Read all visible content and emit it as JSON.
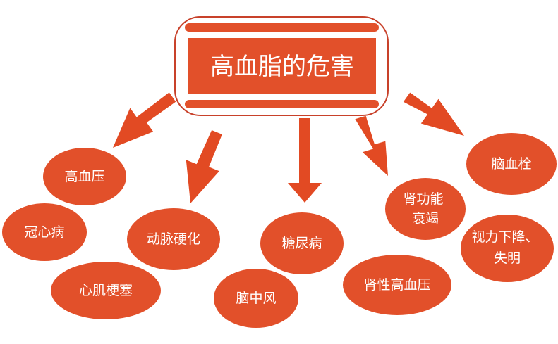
{
  "title": "高血脂的危害",
  "colors": {
    "node_fill": "#e2502a",
    "frame_stroke": "#c8412a",
    "arrow_fill": "#e24a23",
    "text": "#ffffff"
  },
  "nodes": [
    {
      "id": "n1",
      "lines": [
        "高血压"
      ]
    },
    {
      "id": "n2",
      "lines": [
        "冠心病"
      ]
    },
    {
      "id": "n3",
      "lines": [
        "动脉硬化"
      ]
    },
    {
      "id": "n4",
      "lines": [
        "心肌梗塞"
      ]
    },
    {
      "id": "n5",
      "lines": [
        "糖尿病"
      ]
    },
    {
      "id": "n6",
      "lines": [
        "脑中风"
      ]
    },
    {
      "id": "n7",
      "lines": [
        "肾功能",
        "衰竭"
      ]
    },
    {
      "id": "n8",
      "lines": [
        "肾性高血压"
      ]
    },
    {
      "id": "n9",
      "lines": [
        "脑血栓"
      ]
    },
    {
      "id": "n10",
      "lines": [
        "视力下降、",
        "失明"
      ]
    }
  ]
}
